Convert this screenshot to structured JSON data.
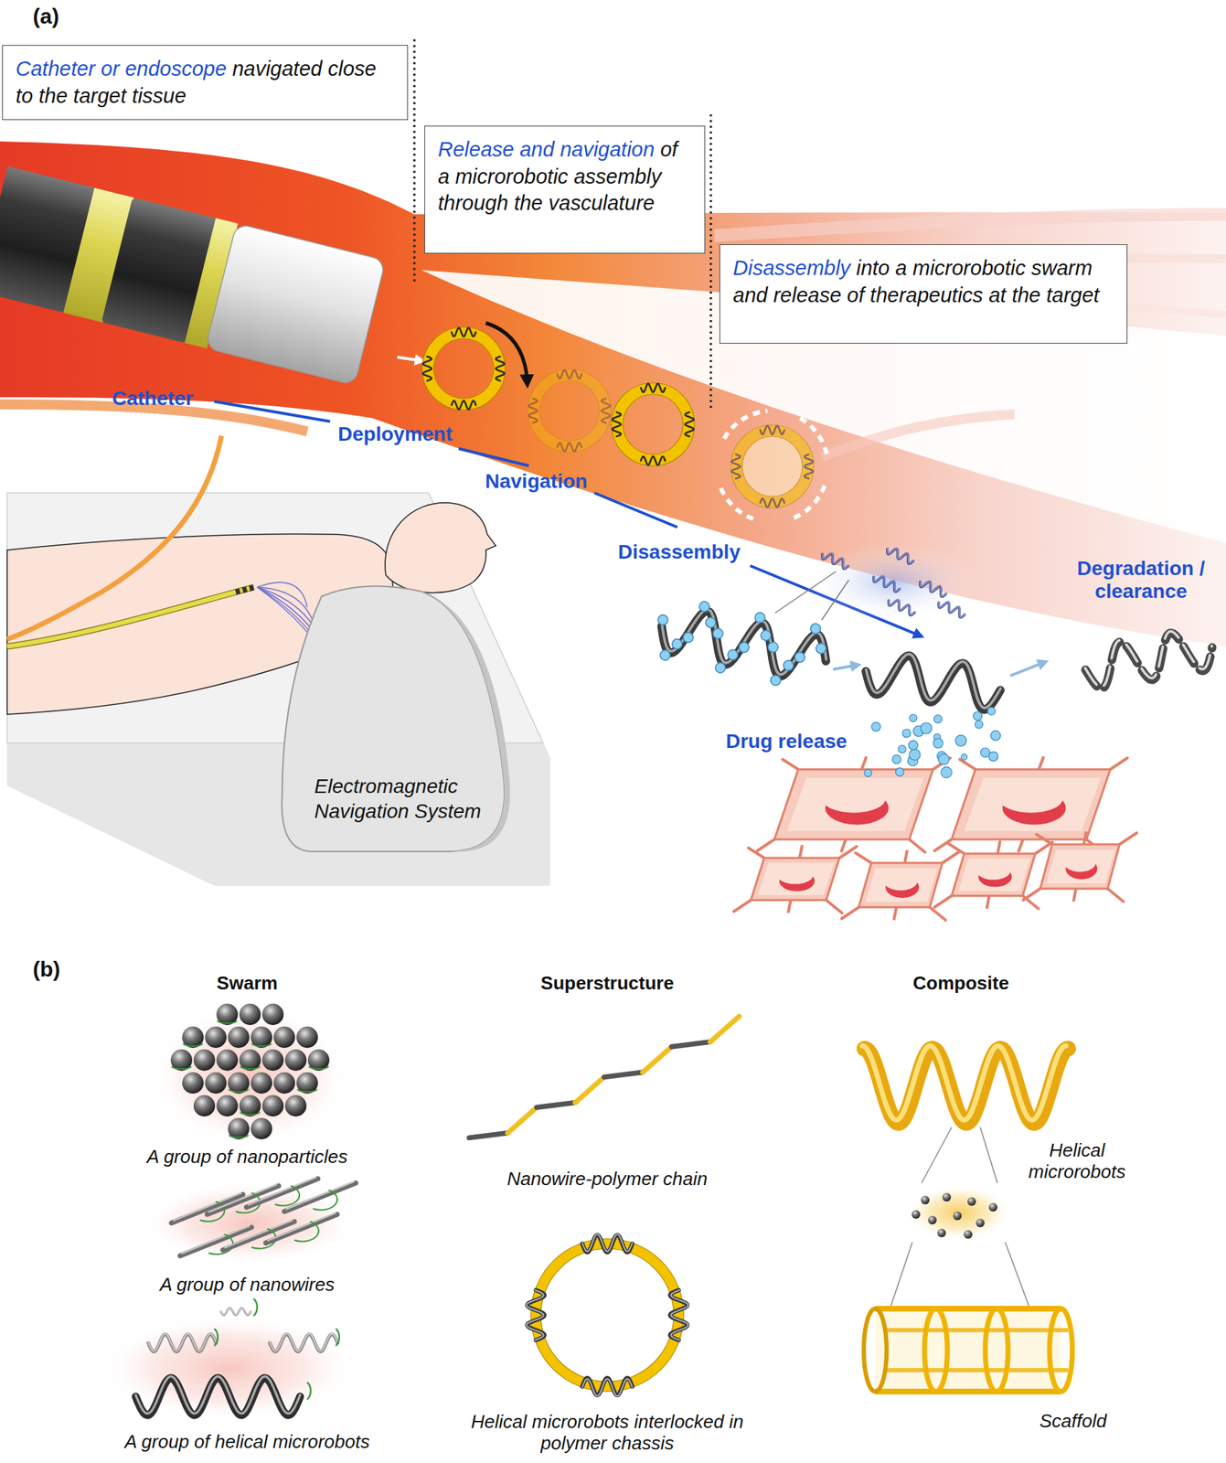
{
  "diagram": {
    "nodes": [
      {
        "text": [
          "Catheter or endoscope",
          "navigated close to the target tissue"
        ]
      },
      {
        "text": [
          "Release and navigation",
          "of a microrobotic assembly through the vasculature"
        ]
      },
      {
        "text": [
          "Disassembly",
          "into a microrobotic swarm and release of therapeutics at the target"
        ]
      },
      {
        "text": [
          "Electromagnetic Navigation System"
        ]
      }
    ],
    "labels": [
      "(a)",
      "Catheter",
      "Deployment",
      "Navigation",
      "Disassembly",
      "Degradation / clearance",
      "Drug release",
      "(b)",
      "Swarm",
      "Superstructure",
      "Composite",
      "A group of nanoparticles",
      "Nanowire-polymer chain",
      "Helical microrobots",
      "A group of nanowires",
      "A group of helical microrobots",
      "Helical microrobots interlocked in polymer chassis",
      "Scaffold"
    ]
  }
}
